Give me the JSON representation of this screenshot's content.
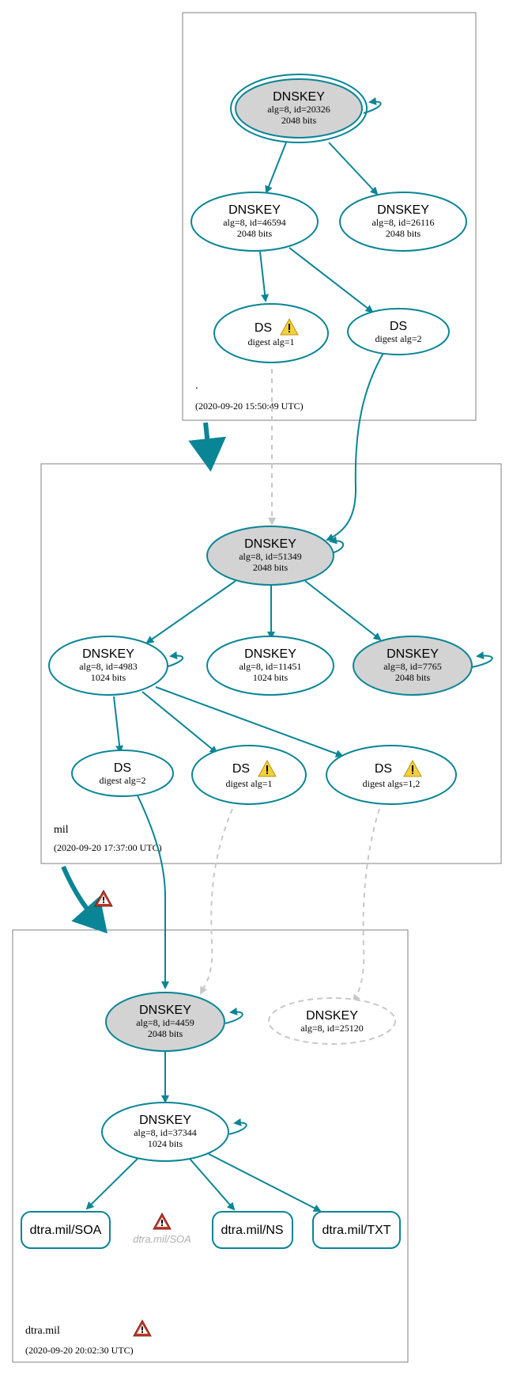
{
  "colors": {
    "edge": "#0a8595",
    "edge_dashed": "#c8c8c8",
    "fill_ksk": "#d3d3d3",
    "fill_plain": "#ffffff",
    "warn_yellow": "#f4d03f",
    "warn_red": "#c0392b",
    "zone_border": "#808080"
  },
  "zones": {
    "root": {
      "label": ".",
      "date": "(2020-09-20 15:50:49 UTC)"
    },
    "mil": {
      "label": "mil",
      "date": "(2020-09-20 17:37:00 UTC)"
    },
    "dtra": {
      "label": "dtra.mil",
      "date": "(2020-09-20 20:02:30 UTC)"
    }
  },
  "nodes": {
    "root_ksk": {
      "title": "DNSKEY",
      "l1": "alg=8, id=20326",
      "l2": "2048 bits"
    },
    "root_zsk1": {
      "title": "DNSKEY",
      "l1": "alg=8, id=46594",
      "l2": "2048 bits"
    },
    "root_zsk2": {
      "title": "DNSKEY",
      "l1": "alg=8, id=26116",
      "l2": "2048 bits"
    },
    "root_ds1": {
      "title": "DS",
      "l1": "digest alg=1"
    },
    "root_ds2": {
      "title": "DS",
      "l1": "digest alg=2"
    },
    "mil_ksk": {
      "title": "DNSKEY",
      "l1": "alg=8, id=51349",
      "l2": "2048 bits"
    },
    "mil_zsk1": {
      "title": "DNSKEY",
      "l1": "alg=8, id=4983",
      "l2": "1024 bits"
    },
    "mil_zsk2": {
      "title": "DNSKEY",
      "l1": "alg=8, id=11451",
      "l2": "1024 bits"
    },
    "mil_ksk2": {
      "title": "DNSKEY",
      "l1": "alg=8, id=7765",
      "l2": "2048 bits"
    },
    "mil_ds1": {
      "title": "DS",
      "l1": "digest alg=2"
    },
    "mil_ds2": {
      "title": "DS",
      "l1": "digest alg=1"
    },
    "mil_ds3": {
      "title": "DS",
      "l1": "digest algs=1,2"
    },
    "dtra_ksk": {
      "title": "DNSKEY",
      "l1": "alg=8, id=4459",
      "l2": "2048 bits"
    },
    "dtra_missing": {
      "title": "DNSKEY",
      "l1": "alg=8, id=25120"
    },
    "dtra_zsk": {
      "title": "DNSKEY",
      "l1": "alg=8, id=37344",
      "l2": "1024 bits"
    },
    "rr_soa": {
      "label": "dtra.mil/SOA"
    },
    "rr_soa_ghost": {
      "label": "dtra.mil/SOA"
    },
    "rr_ns": {
      "label": "dtra.mil/NS"
    },
    "rr_txt": {
      "label": "dtra.mil/TXT"
    }
  }
}
